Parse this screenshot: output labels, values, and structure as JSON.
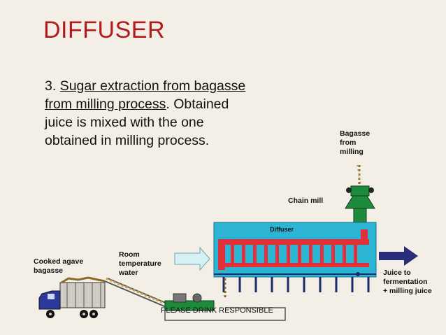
{
  "slide": {
    "title": "DIFFUSER",
    "body": {
      "number": "3. ",
      "underlined": "Sugar extraction from bagasse from milling process",
      "rest": ". Obtained juice is mixed with the one obtained in milling process."
    }
  },
  "diagram": {
    "labels": {
      "bagasse_from_milling": "Bagasse\nfrom\nmilling",
      "chain_mill": "Chain mill",
      "diffuser": "Diffuser",
      "cooked_agave": "Cooked agave\nbagasse",
      "room_water": "Room\ntemperature\nwater",
      "juice_out": "Juice to\nfermentation\n+ milling juice"
    }
  },
  "footer": "PLEASE DRINK RESPONSIBLE",
  "colors": {
    "title_red": "#b01c1c",
    "diffuser_blue": "#2bb4d4",
    "diffuser_red": "#e0303a",
    "hopper_green": "#1e8a3c",
    "arrow_navy": "#2a2d7a",
    "water_arrow": "#d6f1f4",
    "truck_blue": "#2b3a9a"
  }
}
